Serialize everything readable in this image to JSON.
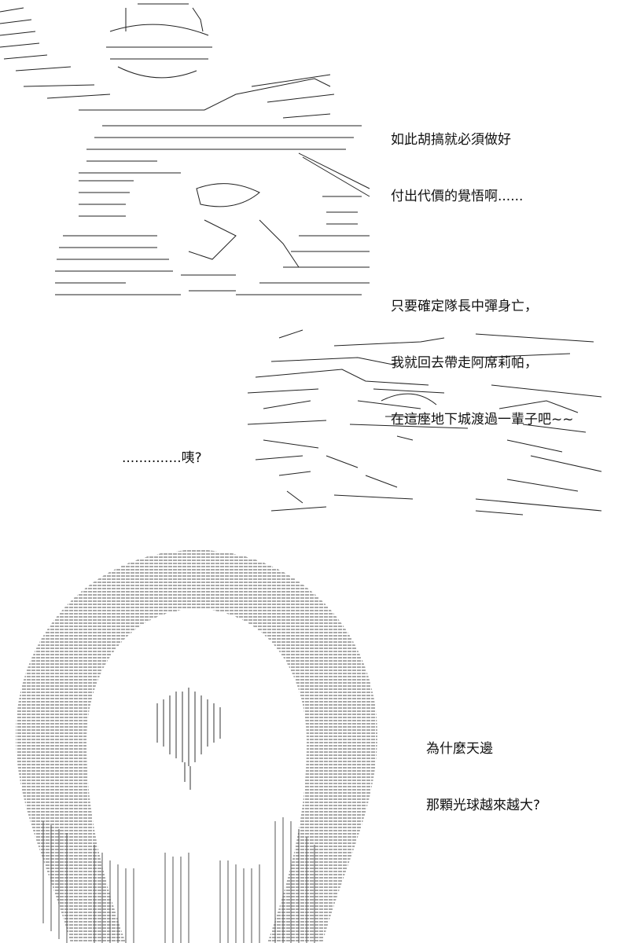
{
  "panel1": {
    "lines_a": [
      "如此胡搞就必須做好",
      "付出代價的覺悟啊......"
    ],
    "lines_b": [
      "只要確定隊長中彈身亡，",
      "我就回去帶走阿席莉帕，",
      "在這座地下城渡過一輩子吧~~"
    ]
  },
  "panel2": {
    "line": "..............咦?"
  },
  "panel3": {
    "lines": [
      "為什麼天邊",
      "那顆光球越來越大?"
    ]
  }
}
